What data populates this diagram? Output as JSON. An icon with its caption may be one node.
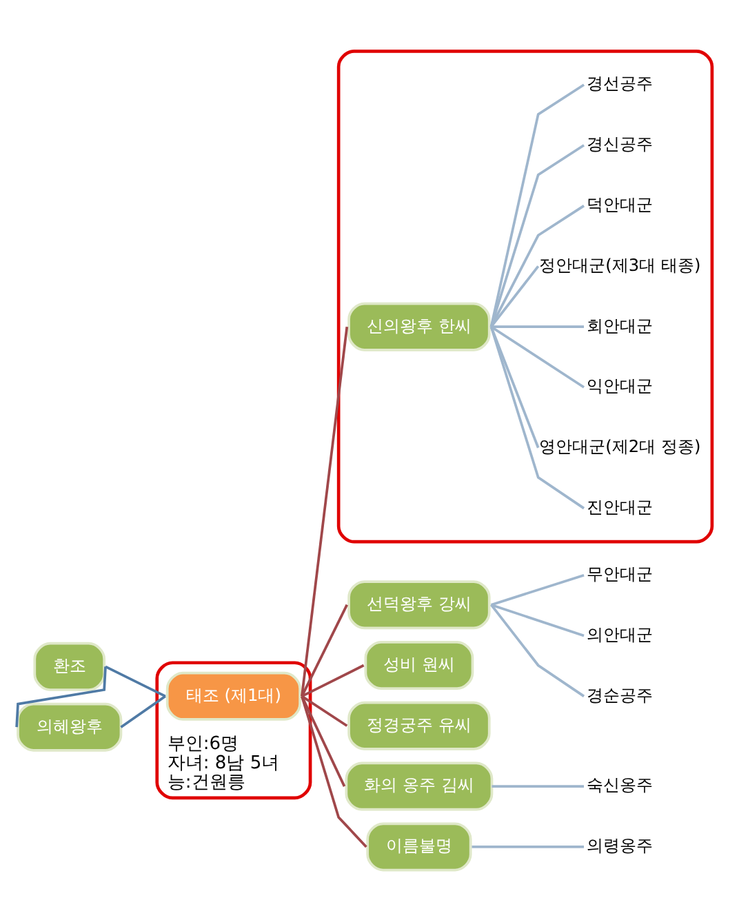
{
  "diagram": {
    "nodes": [
      {
        "text": [
          "환조"
        ]
      },
      {
        "text": [
          "의혜왕후"
        ]
      },
      {
        "text": [
          "부인:6명",
          "자녀: 8남 5녀",
          "능:건원릉"
        ]
      },
      {
        "text": [
          "태조 (제1대)"
        ],
        "in": 2
      },
      {
        "text": [],
        "shape": "box"
      },
      {
        "text": [
          "신의왕후 한씨"
        ],
        "in": 4
      },
      {
        "text": [
          "진안대군"
        ],
        "in": 4
      },
      {
        "text": [
          "영안대군(제2대 정종)"
        ],
        "in": 4
      },
      {
        "text": [
          "익안대군"
        ],
        "in": 4
      },
      {
        "text": [
          "회안대군"
        ],
        "in": 4
      },
      {
        "text": [
          "정안대군(제3대 태종)"
        ],
        "in": 4
      },
      {
        "text": [
          "덕안대군"
        ],
        "in": 4
      },
      {
        "text": [
          "경신공주"
        ],
        "in": 4
      },
      {
        "text": [
          "경선공주"
        ],
        "in": 4
      },
      {
        "text": [
          "선덕왕후 강씨"
        ]
      },
      {
        "text": [
          "무안대군"
        ]
      },
      {
        "text": [
          "의안대군"
        ]
      },
      {
        "text": [
          "경순공주"
        ]
      },
      {
        "text": [
          "성비 원씨"
        ]
      },
      {
        "text": [
          "정경궁주 유씨"
        ]
      },
      {
        "text": [
          "화의 옹주 김씨"
        ]
      },
      {
        "text": [
          "숙신옹주"
        ]
      },
      {
        "text": [
          "이름불명"
        ]
      },
      {
        "text": [
          "의령옹주"
        ]
      }
    ],
    "edges": [
      {
        "from": 0,
        "to": 1,
        "arrow": "none",
        "color": "#4f7aa5"
      },
      {
        "from": 0,
        "to": 3,
        "arrow": "none",
        "color": "#4f7aa5"
      },
      {
        "from": 1,
        "to": 3,
        "arrow": "none",
        "color": "#4f7aa5"
      },
      {
        "from": 3,
        "to": 5,
        "arrow": "none",
        "color": "#a0474a"
      },
      {
        "from": 3,
        "to": 14,
        "arrow": "none",
        "color": "#a0474a"
      },
      {
        "from": 3,
        "to": 18,
        "arrow": "none",
        "color": "#a0474a"
      },
      {
        "from": 3,
        "to": 19,
        "arrow": "none",
        "color": "#a0474a"
      },
      {
        "from": 3,
        "to": 20,
        "arrow": "none",
        "color": "#a0474a"
      },
      {
        "from": 3,
        "to": 22,
        "arrow": "none",
        "color": "#a0474a"
      },
      {
        "from": 5,
        "to": 6,
        "arrow": "none"
      },
      {
        "from": 5,
        "to": 7,
        "arrow": "none"
      },
      {
        "from": 5,
        "to": 8,
        "arrow": "none"
      },
      {
        "from": 5,
        "to": 9,
        "arrow": "none"
      },
      {
        "from": 5,
        "to": 10,
        "arrow": "none"
      },
      {
        "from": 5,
        "to": 11,
        "arrow": "none"
      },
      {
        "from": 5,
        "to": 12,
        "arrow": "none"
      },
      {
        "from": 5,
        "to": 13,
        "arrow": "none"
      },
      {
        "from": 14,
        "to": 15,
        "arrow": "none"
      },
      {
        "from": 14,
        "to": 16,
        "arrow": "none"
      },
      {
        "from": 14,
        "to": 17,
        "arrow": "none"
      },
      {
        "from": 20,
        "to": 21,
        "arrow": "none"
      },
      {
        "from": 22,
        "to": 23,
        "arrow": "none"
      }
    ]
  }
}
